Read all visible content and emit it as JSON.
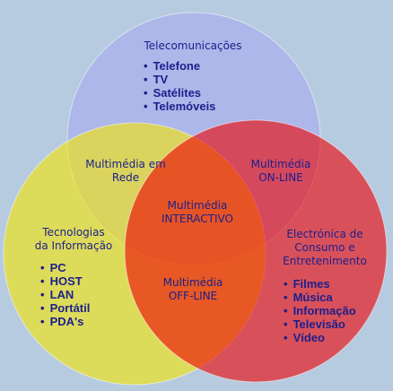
{
  "colors": {
    "background": "#b6cbe0",
    "circle_top": "#a8a8f0",
    "circle_left": "#f6e600",
    "circle_right": "#ee0000",
    "text": "#1b1f8c"
  },
  "circles": {
    "top": {
      "title": "Telecomunicações",
      "items": [
        "Telefone",
        "TV",
        "Satélites",
        "Telemóveis"
      ]
    },
    "left": {
      "title": "Tecnologias\nda Informação",
      "items": [
        "PC",
        "HOST",
        "LAN",
        "Portátil",
        "PDA's"
      ]
    },
    "right": {
      "title": "Electrónica de\nConsumo e\nEntretenimento",
      "items": [
        "Filmes",
        "Música",
        "Informação",
        "Televisão",
        "Vídeo"
      ]
    }
  },
  "intersections": {
    "top_left": "Multimédia em\nRede",
    "top_right": "Multimédia\nON-LINE",
    "left_right": "Multimédia\nOFF-LINE",
    "center": "Multimédia\nINTERACTIVO"
  }
}
